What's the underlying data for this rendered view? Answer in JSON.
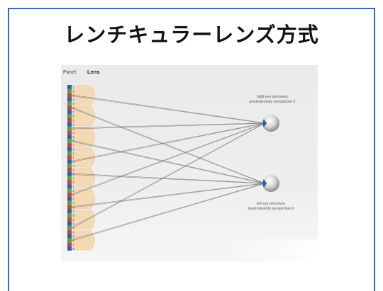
{
  "slide": {
    "title": "レンチキュラーレンズ方式"
  },
  "diagram": {
    "panel_label": "Panel",
    "lens_label": "Lens",
    "pixel_numbers": [
      "1",
      "2",
      "3",
      "4",
      "5",
      "6",
      "7",
      "8",
      "1",
      "2",
      "3",
      "4",
      "5",
      "6",
      "7",
      "8",
      "1",
      "2",
      "3",
      "4",
      "5",
      "6",
      "7",
      "8",
      "1",
      "2",
      "3",
      "4",
      "5",
      "6",
      "7",
      "8",
      "1",
      "2",
      "3",
      "4",
      "5",
      "6",
      "7",
      "8"
    ],
    "pixel_colors": [
      "#2f5fb0",
      "#4aa64a",
      "#c94040"
    ],
    "lens_color": "#f4d9b5",
    "right_eye_caption_line1": "right eye perceives",
    "right_eye_caption_line2": "predominantly perspective 3",
    "left_eye_caption_line1": "left eye perceives",
    "left_eye_caption_line2": "predominantly perspective 6"
  }
}
